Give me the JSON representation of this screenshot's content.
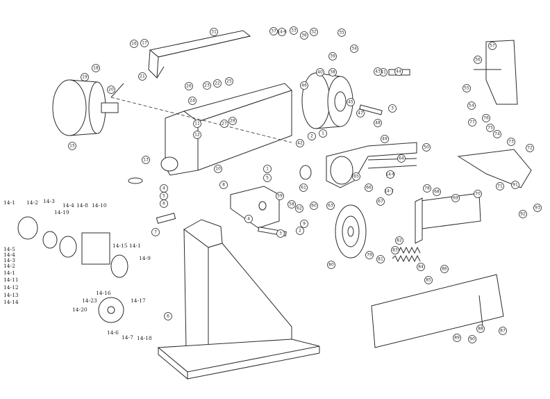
{
  "callouts": [
    "31",
    "16",
    "17",
    "18",
    "19",
    "20",
    "21",
    "10",
    "11",
    "12",
    "15",
    "13",
    "25",
    "26",
    "24",
    "23",
    "22",
    "28",
    "27",
    "14-6",
    "37",
    "33",
    "36",
    "32",
    "35",
    "34",
    "39",
    "40",
    "38",
    "41",
    "44",
    "43",
    "42",
    "2",
    "1",
    "3",
    "48",
    "47",
    "45",
    "46",
    "49",
    "50",
    "64",
    "65",
    "66",
    "14-6",
    "14-7",
    "67",
    "63",
    "62",
    "61",
    "60",
    "59",
    "58",
    "57",
    "56",
    "55",
    "54",
    "77",
    "76",
    "75",
    "74",
    "73",
    "72",
    "71",
    "70",
    "69",
    "68",
    "78",
    "80",
    "79",
    "81",
    "82",
    "83",
    "84",
    "85",
    "86",
    "87",
    "88",
    "89",
    "90",
    "91",
    "92",
    "93",
    "4",
    "5",
    "6",
    "7",
    "8",
    "9",
    "2",
    "3",
    "4",
    "1",
    "5",
    "6"
  ],
  "labels": [
    "14-1",
    "14-2",
    "14-3",
    "14-19",
    "14-4",
    "14-8",
    "14-10",
    "14-5",
    "14-4",
    "14-3",
    "14-2",
    "14-1",
    "14-11",
    "14-12",
    "14-13",
    "14-14",
    "14-20",
    "14-23",
    "14-15",
    "14-1",
    "14-9",
    "14-16",
    "14-17",
    "14-6",
    "14-7",
    "14-18"
  ]
}
